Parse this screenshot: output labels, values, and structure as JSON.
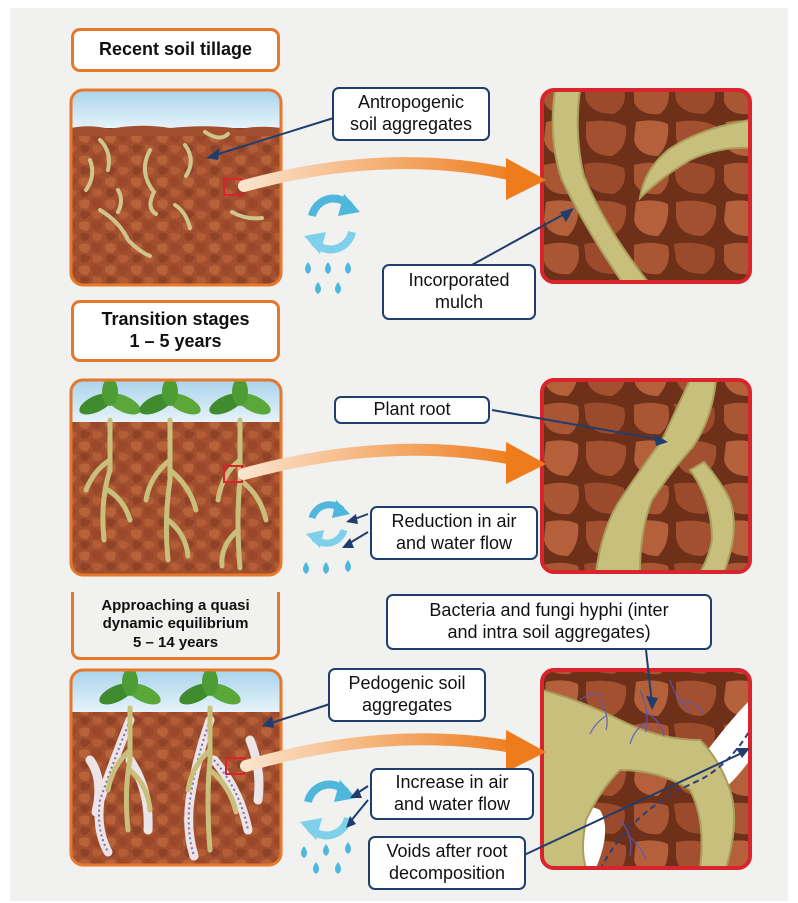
{
  "stages": [
    {
      "title": "Recent soil tillage"
    },
    {
      "title_line1": "Transition stages",
      "title_line2": "1 – 5 years"
    },
    {
      "title_line1": "Approaching a quasi",
      "title_line2": "dynamic equilibrium",
      "title_line3": "5 – 14 years"
    }
  ],
  "callouts": {
    "anthropogenic_line1": "Antropogenic",
    "anthropogenic_line2": "soil aggregates",
    "mulch_line1": "Incorporated",
    "mulch_line2": "mulch",
    "plant_root": "Plant root",
    "reduction_line1": "Reduction in air",
    "reduction_line2": "and water flow",
    "bacteria_line1": "Bacteria and fungi hyphi (inter",
    "bacteria_line2": "and intra soil aggregates)",
    "pedogenic_line1": "Pedogenic soil",
    "pedogenic_line2": "aggregates",
    "increase_line1": "Increase in air",
    "increase_line2": "and water flow",
    "voids_line1": "Voids after root",
    "voids_line2": "decomposition"
  },
  "icons": [
    "recycle-arrows-icon",
    "water-drops-icon"
  ],
  "colors": {
    "stage_border": "#e5782a",
    "zoom_border": "#d9242c",
    "callout_border": "#1f3e6e",
    "soil": "#a4512f",
    "root": "#c9bf7c",
    "arrow": "#f08a2c",
    "water": "#4fb7dc"
  }
}
